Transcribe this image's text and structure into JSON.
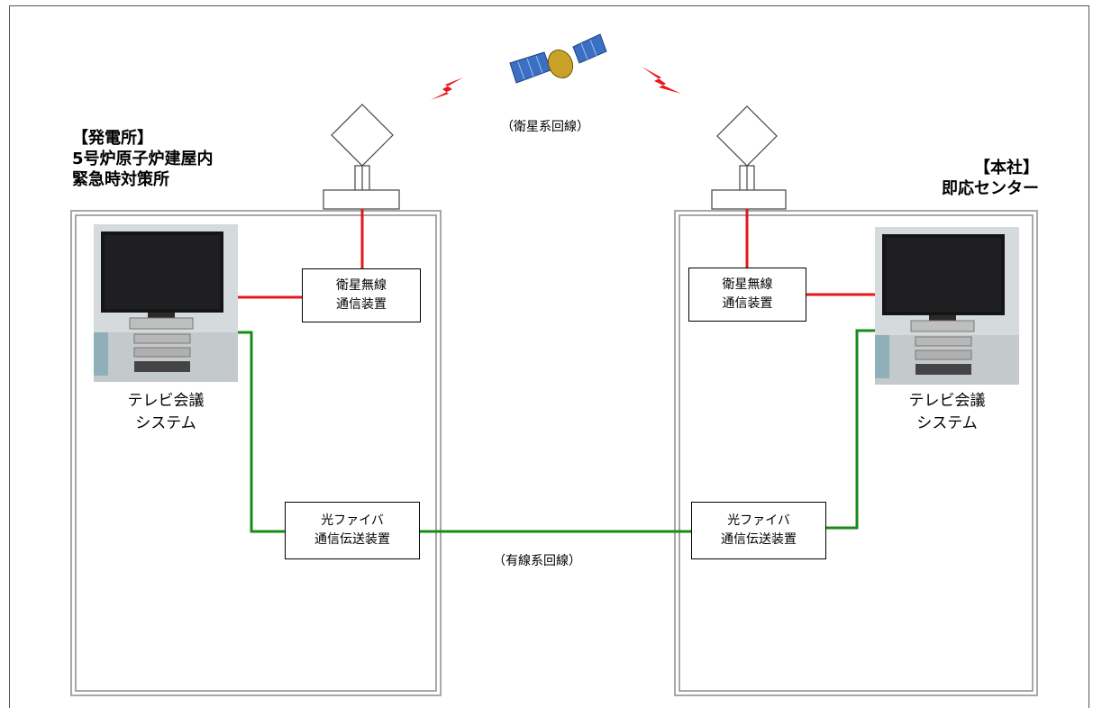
{
  "left_site": {
    "title_lines": [
      "【発電所】",
      "5号炉原子炉建屋内",
      "緊急時対策所"
    ],
    "radio_device": [
      "衛星無線",
      "通信装置"
    ],
    "fiber_device": [
      "光ファイバ",
      "通信伝送装置"
    ],
    "tv_system": [
      "テレビ会議",
      "システム"
    ]
  },
  "right_site": {
    "title_lines": [
      "【本社】",
      "即応センター"
    ],
    "radio_device": [
      "衛星無線",
      "通信装置"
    ],
    "fiber_device": [
      "光ファイバ",
      "通信伝送装置"
    ],
    "tv_system": [
      "テレビ会議",
      "システム"
    ]
  },
  "links": {
    "satellite_label": "（衛星系回線）",
    "wired_label": "（有線系回線）"
  },
  "colors": {
    "satellite_line": "#e8161b",
    "wired_line": "#1a8a1a",
    "building_border": "#a8a8a8",
    "lightning": "#e8161b"
  }
}
